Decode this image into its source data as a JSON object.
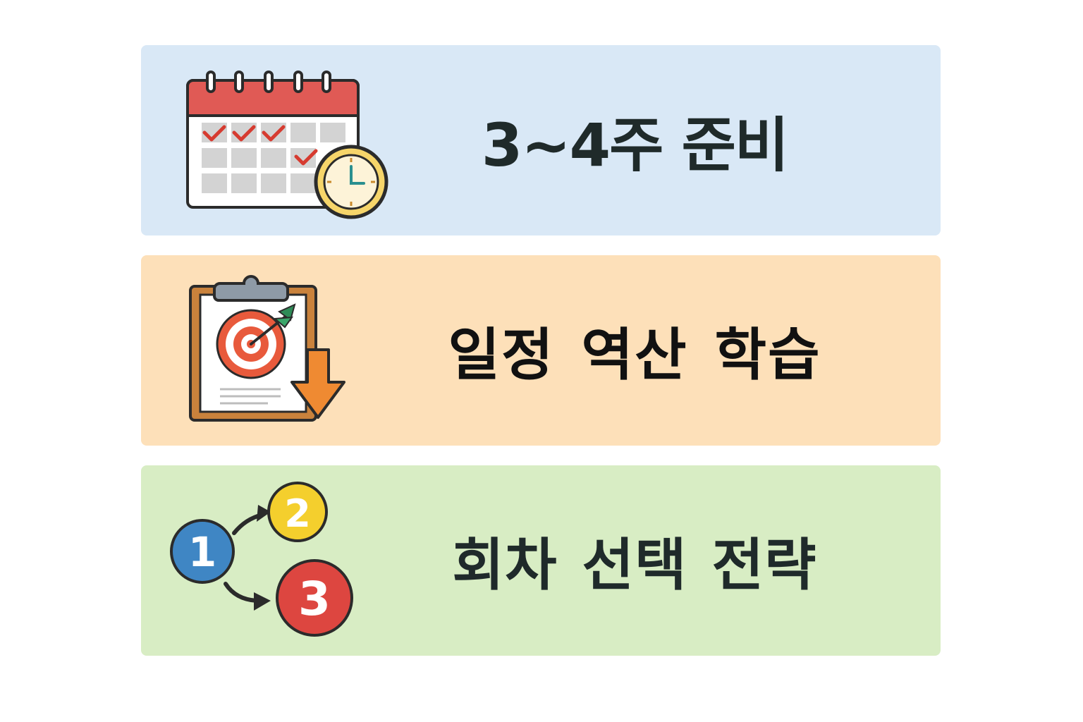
{
  "cards": [
    {
      "label": "3~4주 준비",
      "bg": "#d9e8f6",
      "icon": "calendar-clock-icon"
    },
    {
      "label": "일정 역산 학습",
      "bg": "#fde0b9",
      "icon": "clipboard-target-icon"
    },
    {
      "label": "회차 선택 전략",
      "bg": "#d8edc4",
      "icon": "numbered-steps-icon"
    }
  ],
  "steps": {
    "one": "1",
    "two": "2",
    "three": "3"
  },
  "colors": {
    "outline": "#2b2b2b",
    "calendar_red": "#e05a55",
    "check_red": "#d63b30",
    "clock_yellow": "#f6d56a",
    "target_red": "#e85a3c",
    "arrow_orange": "#ef8a32",
    "blue": "#3f86c4",
    "yellow": "#f4cf2d",
    "red": "#dd4640"
  }
}
